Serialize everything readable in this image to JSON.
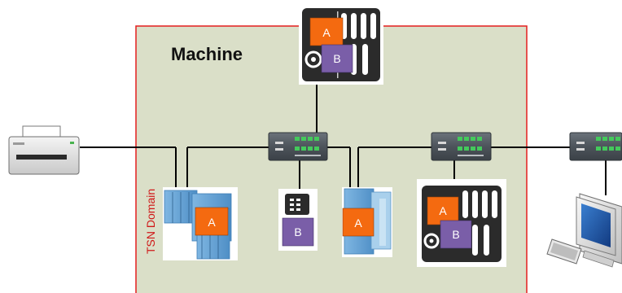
{
  "domain_title": "Machine",
  "tsn_label": "TSN Domain",
  "badges": {
    "a_label": "A",
    "b_label": "B"
  },
  "colors": {
    "machine_fill": "#dadfc8",
    "machine_border": "#e41f1f",
    "tsn_text": "#d01818",
    "badge_a": "#f46a10",
    "badge_b": "#7a5ea8",
    "switch_body": "#4f565d",
    "switch_port": "#44c95c",
    "link": "#000000"
  },
  "icons": [
    "printer-icon",
    "network-switch-icon",
    "controller-icon",
    "plc-icon",
    "io-module-icon",
    "computer-icon"
  ]
}
